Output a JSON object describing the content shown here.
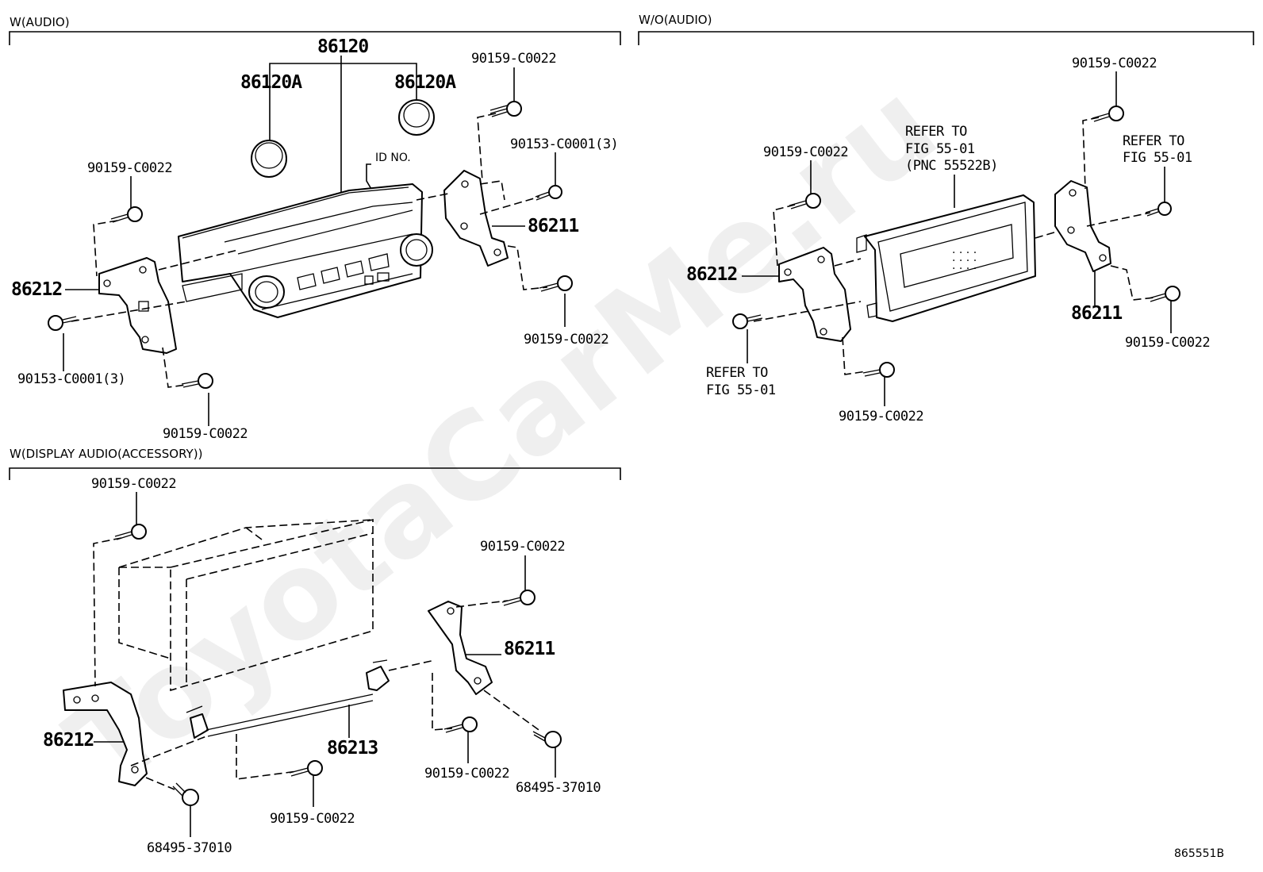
{
  "sections": {
    "w_audio": "W(AUDIO)",
    "wo_audio": "W/O(AUDIO)",
    "display_audio": "W(DISPLAY AUDIO(ACCESSORY))"
  },
  "w_audio": {
    "unit": "86120",
    "knob_left": "86120A",
    "knob_right": "86120A",
    "id_no": "ID NO.",
    "bracket_left": "86212",
    "bracket_right": "86211",
    "screw_top_right": "90159-C0022",
    "screw_right_side": "90153-C0001(3)",
    "screw_right_low": "90159-C0022",
    "screw_left_top": "90159-C0022",
    "screw_left_side": "90153-C0001(3)",
    "screw_left_low": "90159-C0022"
  },
  "wo_audio": {
    "screw_top_right": "90159-C0022",
    "screw_left_top": "90159-C0022",
    "refer_center_1": "REFER TO",
    "refer_center_2": "FIG 55-01",
    "refer_center_3": "(PNC 55522B)",
    "refer_right_1": "REFER TO",
    "refer_right_2": "FIG 55-01",
    "refer_left_1": "REFER TO",
    "refer_left_2": "FIG 55-01",
    "bracket_left": "86212",
    "bracket_right": "86211",
    "screw_right_low": "90159-C0022",
    "screw_bottom": "90159-C0022"
  },
  "display_audio": {
    "screw_left_top": "90159-C0022",
    "screw_right_top": "90159-C0022",
    "bracket_right": "86211",
    "bracket_left": "86212",
    "bar": "86213",
    "screw_center_right": "90159-C0022",
    "screw_right_bolt": "68495-37010",
    "screw_center": "90159-C0022",
    "screw_left_bolt": "68495-37010"
  },
  "drawing_no": "865551B",
  "watermark": "ToyotaCarMe.ru"
}
